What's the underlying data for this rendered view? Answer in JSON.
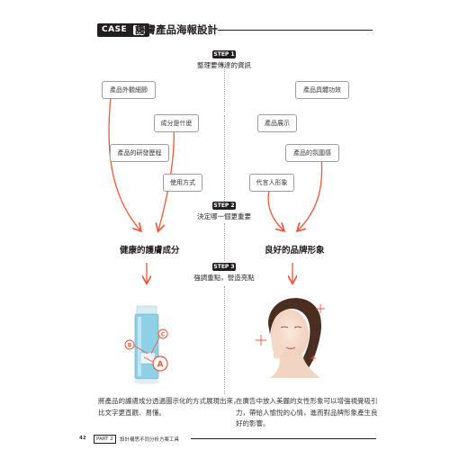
{
  "header": {
    "case_label": "CASE",
    "case_letter": "C",
    "title": "護膚產品海報設計"
  },
  "steps": [
    {
      "label": "STEP 1",
      "caption": "整理要傳達的資訊"
    },
    {
      "label": "STEP 2",
      "caption": "決定哪一個更重要"
    },
    {
      "label": "STEP 3",
      "caption": "強調重點，營造亮點"
    }
  ],
  "left_boxes": [
    "產品外觀細節",
    "成分是什麼",
    "產品的研發歷程",
    "使用方式"
  ],
  "right_boxes": [
    "產品具體功效",
    "產品展示",
    "產品的氛圍感",
    "代言人形象"
  ],
  "subheads": {
    "left": "健康的護膚成分",
    "right": "良好的品牌形象"
  },
  "product_callouts": [
    "B",
    "C",
    "A"
  ],
  "body": {
    "left": "將產品的護膚成分透過圖示化的方式展現出來，比文字更直觀、易懂。",
    "right": "在廣告中放入美麗的女性形象可以增強視覺吸引力，帶給人愉悅的心情，進而對品牌形象產生良好的影響。"
  },
  "footer": {
    "page_number": "42",
    "part": "PART 2",
    "section": "設計構思不同分析方案工具"
  },
  "colors": {
    "accent": "#e9583a",
    "ink": "#231f20",
    "bottle": "#7cc4df"
  }
}
